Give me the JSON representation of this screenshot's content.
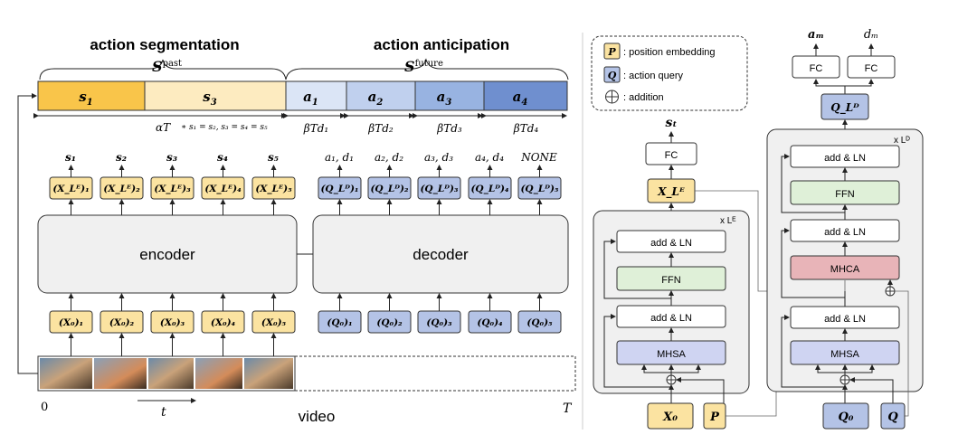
{
  "colors": {
    "yellow": "#fbe3a1",
    "blue": "#b4c3e6",
    "green": "#dff0d8",
    "red": "#e8b4b8",
    "gray": "#f0f0f0"
  },
  "left": {
    "section_seg": "action segmentation",
    "section_ant": "action anticipation",
    "s_past": "S",
    "s_past_sup": "past",
    "s_future": "S",
    "s_future_sup": "future",
    "timeline": [
      {
        "label": "s",
        "sub": "1",
        "color": "#f9c54a"
      },
      {
        "label": "s",
        "sub": "3",
        "color": "#fdebc0"
      },
      {
        "label": "a",
        "sub": "1",
        "color": "#dbe5f6"
      },
      {
        "label": "a",
        "sub": "2",
        "color": "#c0d0ee"
      },
      {
        "label": "a",
        "sub": "3",
        "color": "#98b3e1"
      },
      {
        "label": "a",
        "sub": "4",
        "color": "#6f8fcf"
      }
    ],
    "alpha_t": "αT",
    "equation_note": "∗ s₁ = s₂, s₃ = s₄ = s₅",
    "beta_labels": [
      "βTd₁",
      "βTd₂",
      "βTd₃",
      "βTd₄"
    ],
    "enc_outputs": [
      "s₁",
      "s₂",
      "s₃",
      "s₄",
      "s₅"
    ],
    "dec_outputs": [
      "a₁, d₁",
      "a₂, d₂",
      "a₃, d₃",
      "a₄, d₄",
      "NONE"
    ],
    "enc_tokens_out": [
      "(X_Lᴱ)₁",
      "(X_Lᴱ)₂",
      "(X_Lᴱ)₃",
      "(X_Lᴱ)₄",
      "(X_Lᴱ)₅"
    ],
    "dec_tokens_out": [
      "(Q_Lᴰ)₁",
      "(Q_Lᴰ)₂",
      "(Q_Lᴰ)₃",
      "(Q_Lᴰ)₄",
      "(Q_Lᴰ)₅"
    ],
    "encoder_label": "encoder",
    "decoder_label": "decoder",
    "enc_tokens_in": [
      "(X₀)₁",
      "(X₀)₂",
      "(X₀)₃",
      "(X₀)₄",
      "(X₀)₅"
    ],
    "dec_tokens_in": [
      "(Q₀)₁",
      "(Q₀)₂",
      "(Q₀)₃",
      "(Q₀)₄",
      "(Q₀)₅"
    ],
    "axis_zero": "0",
    "axis_t": "t",
    "axis_T": "T",
    "video_label": "video"
  },
  "legend": {
    "p_label": "P",
    "p_text": ": position embedding",
    "q_label": "Q",
    "q_text": ": action query",
    "add_text": ": addition"
  },
  "right": {
    "st": "sₜ",
    "fc": "FC",
    "x_le": "X_Lᴱ",
    "enc_repeat": "x Lᴱ",
    "dec_repeat": "x Lᴰ",
    "add_ln": "add & LN",
    "ffn": "FFN",
    "mhsa": "MHSA",
    "mhca": "MHCA",
    "x0": "X₀",
    "p": "P",
    "q0": "Q₀",
    "q": "Q",
    "q_ld": "Q_Lᴰ",
    "am": "aₘ",
    "dm": "dₘ"
  }
}
